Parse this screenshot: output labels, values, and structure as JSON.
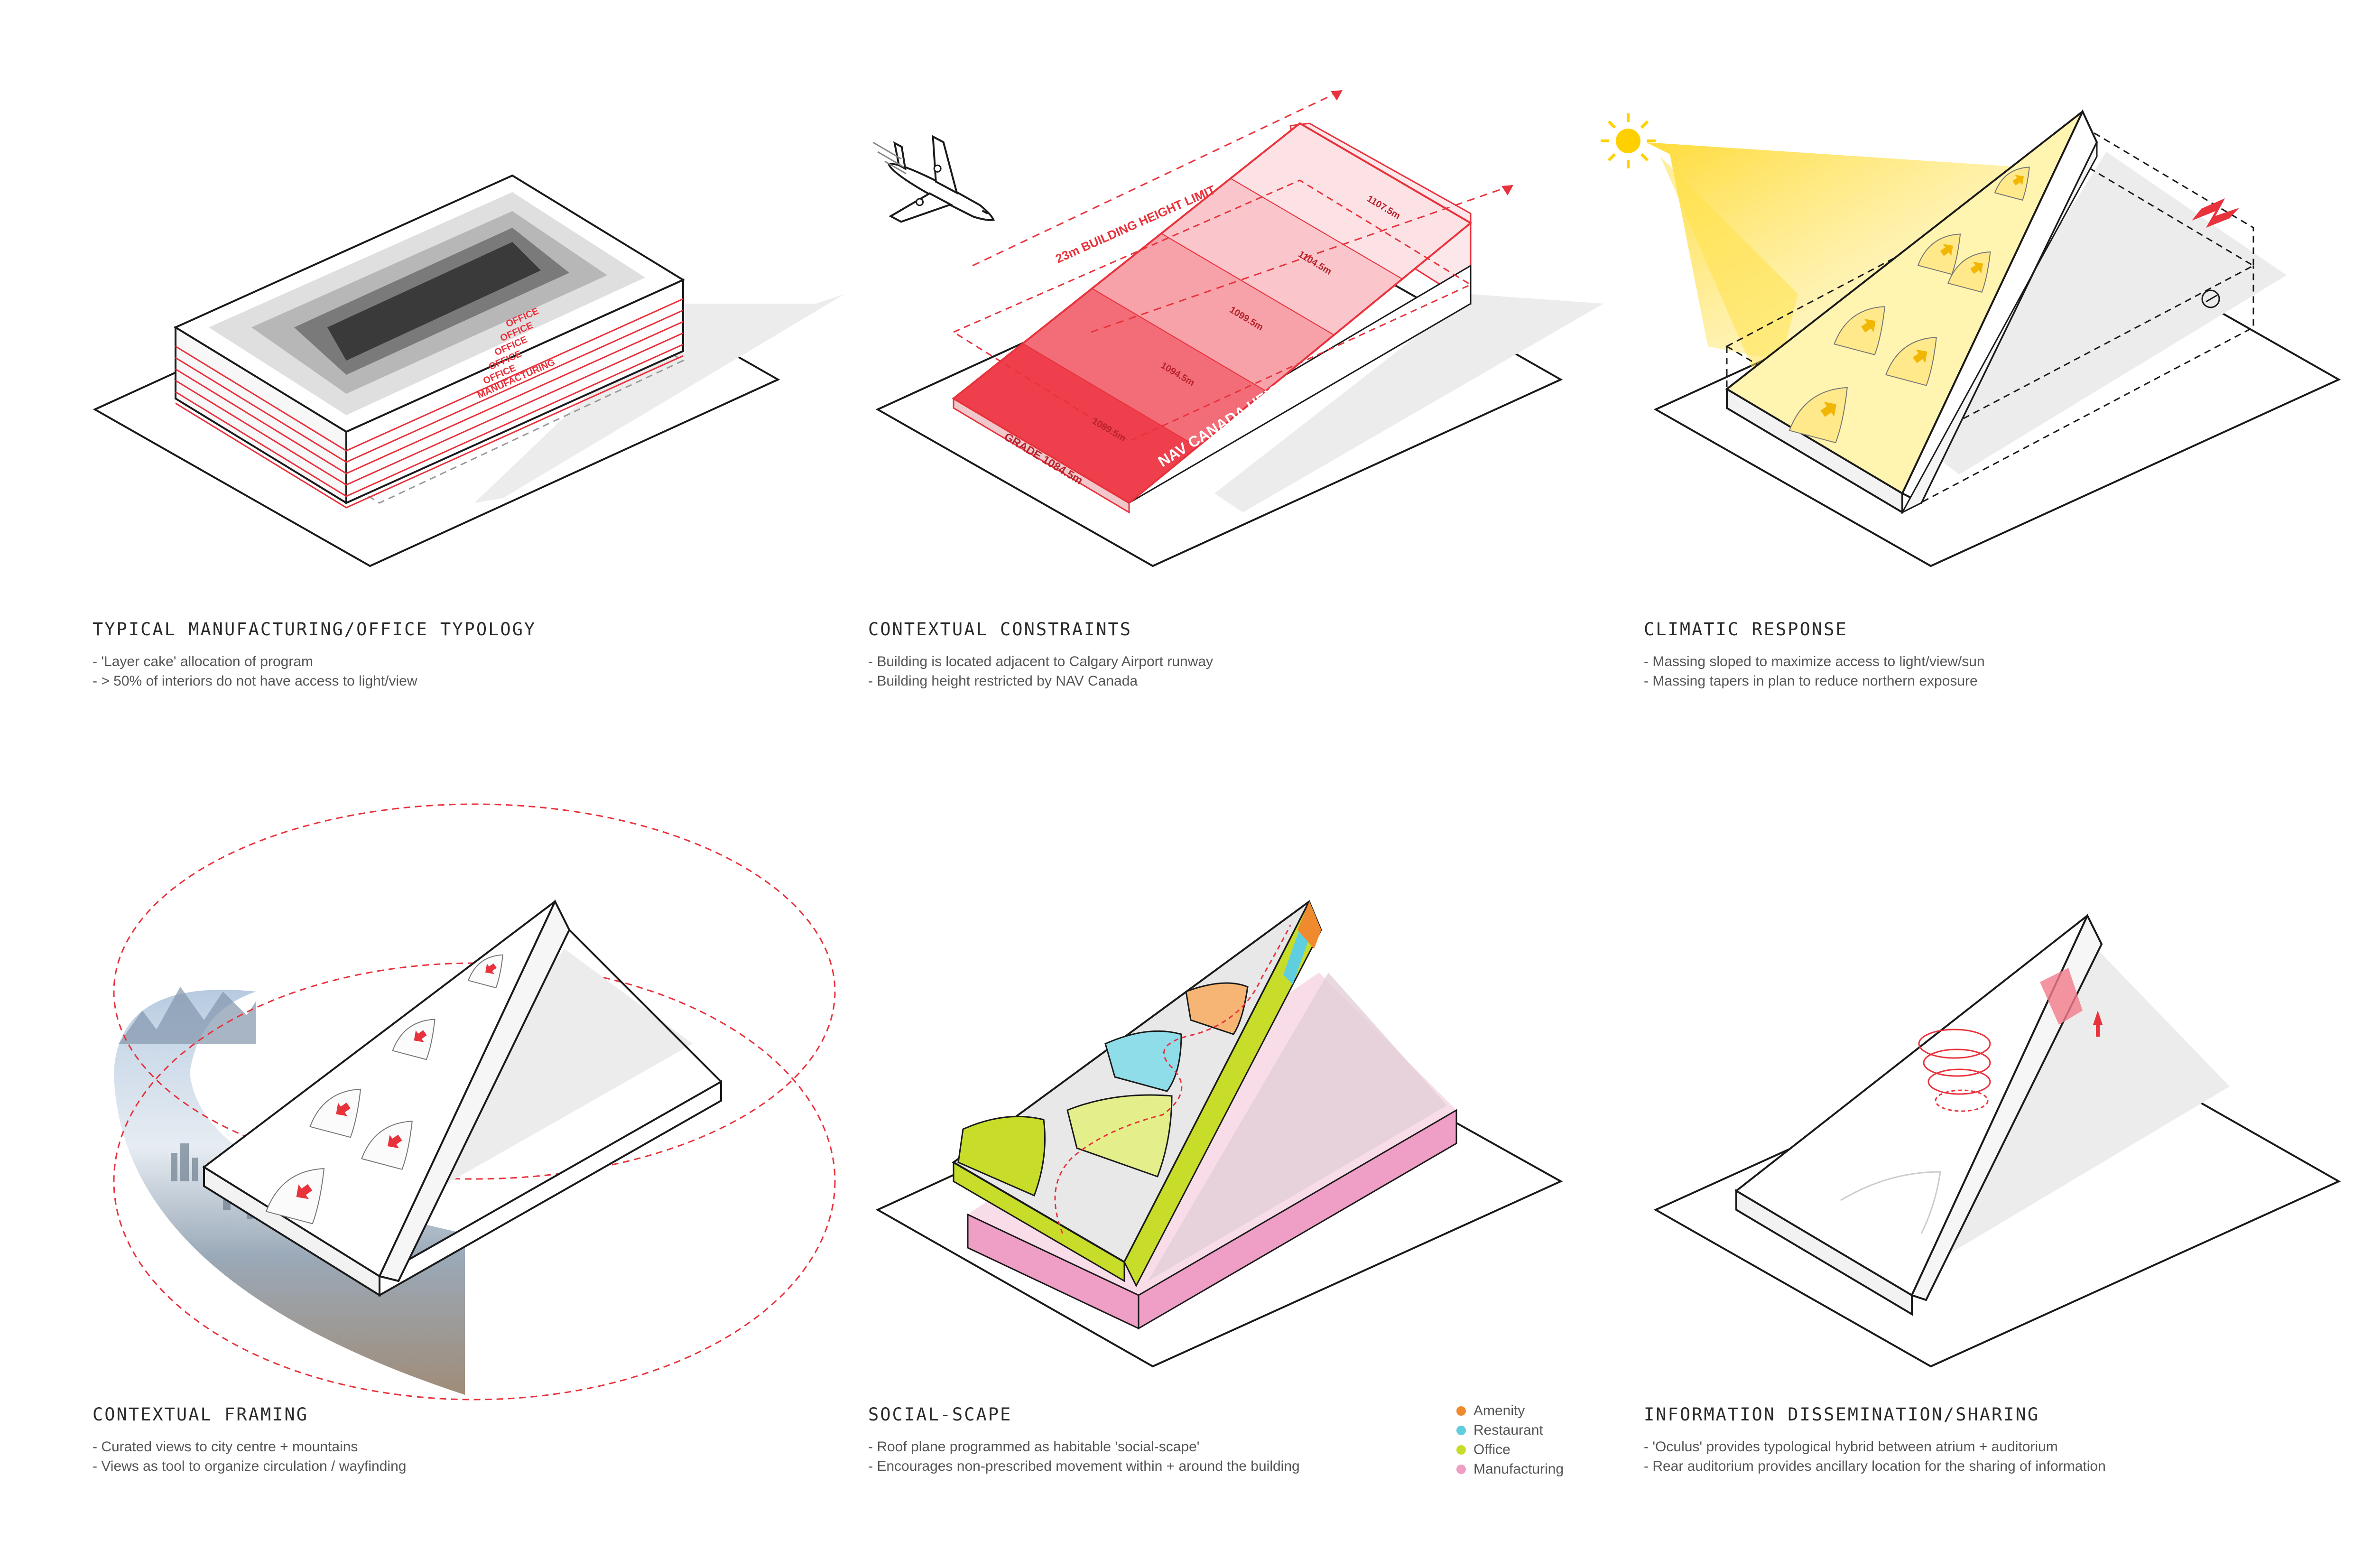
{
  "colors": {
    "red": "#e8323c",
    "yellow": "#ffe14a",
    "amenity": "#f08a2e",
    "restaurant": "#5fcfe0",
    "office": "#c8dd2a",
    "manufacturing": "#ef9ec6",
    "ink": "#1a1a1a",
    "shadow": "#e9e9e9"
  },
  "panels": [
    {
      "title": "TYPICAL MANUFACTURING/OFFICE TYPOLOGY",
      "lines": [
        "- 'Layer cake' allocation of program",
        "- > 50% of interiors do not have access to light/view"
      ],
      "diagram": {
        "floor_labels": [
          "OFFICE",
          "OFFICE",
          "OFFICE",
          "OFFICE",
          "OFFICE",
          "MANUFACTURING"
        ]
      }
    },
    {
      "title": "CONTEXTUAL CONSTRAINTS",
      "lines": [
        "- Building is located adjacent to Calgary Airport runway",
        "- Building height restricted by NAV Canada"
      ],
      "diagram": {
        "height_limit_label": "23m BUILDING HEIGHT LIMIT",
        "nav_label": "NAV CANADA HEIGHT LIMIT",
        "grade_label": "GRADE 1084.5m",
        "elevations": [
          "1089.5m",
          "1094.5m",
          "1099.5m",
          "1104.5m",
          "1107.5m"
        ],
        "plane_icon": "airplane-icon"
      }
    },
    {
      "title": "CLIMATIC RESPONSE",
      "lines": [
        "- Massing sloped to maximize access to light/view/sun",
        "- Massing tapers in plan to reduce northern exposure"
      ],
      "diagram": {
        "sun_icon": "sun-icon",
        "north_icon": "north-arrow-icon"
      }
    },
    {
      "title": "CONTEXTUAL FRAMING",
      "lines": [
        "- Curated views to city centre + mountains",
        "- Views as tool to organize circulation / wayfinding"
      ],
      "diagram": {
        "panorama": "city-mountain-panorama"
      }
    },
    {
      "title": "SOCIAL-SCAPE",
      "lines": [
        "- Roof plane programmed as habitable 'social-scape'",
        "- Encourages non-prescribed movement within + around the building"
      ],
      "diagram": {}
    },
    {
      "title": "INFORMATION DISSEMINATION/SHARING",
      "lines": [
        "- 'Oculus' provides typological hybrid between atrium + auditorium",
        "- Rear auditorium provides ancillary location for the sharing of information"
      ],
      "diagram": {}
    }
  ],
  "legend": [
    {
      "label": "Amenity",
      "color": "#f08a2e"
    },
    {
      "label": "Restaurant",
      "color": "#5fcfe0"
    },
    {
      "label": "Office",
      "color": "#c8dd2a"
    },
    {
      "label": "Manufacturing",
      "color": "#ef9ec6"
    }
  ]
}
